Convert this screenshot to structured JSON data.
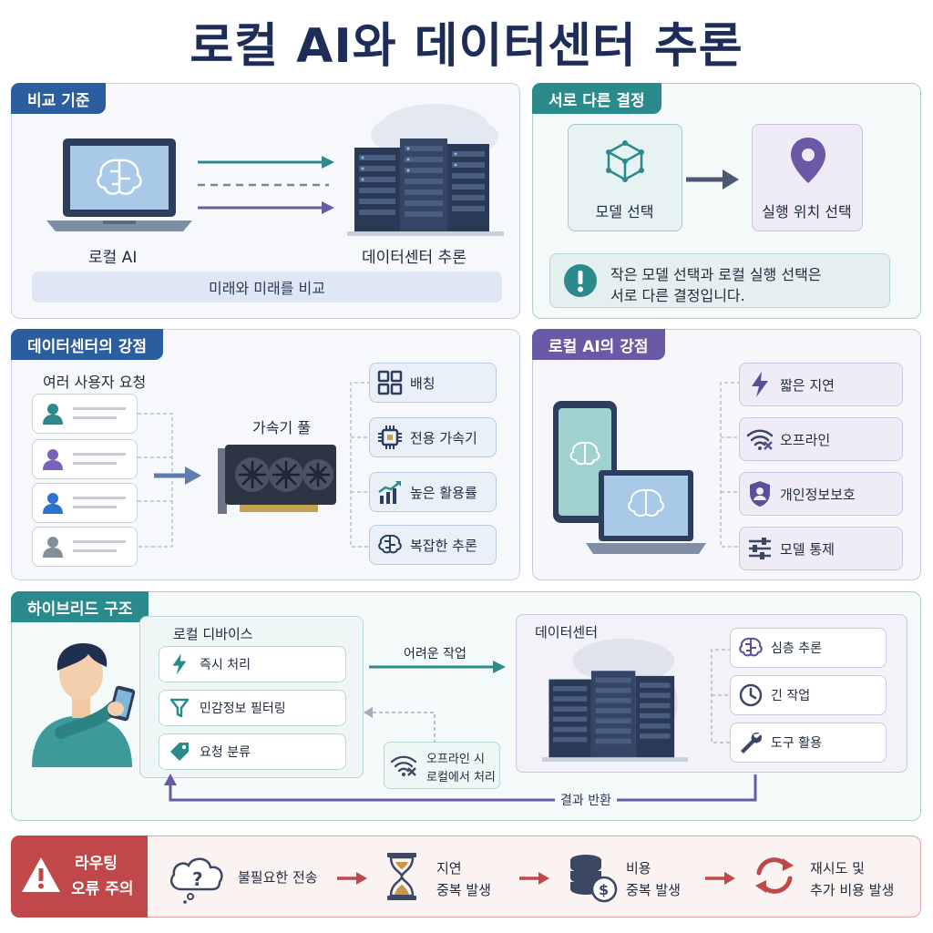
{
  "title": "로컬 AI와 데이터센터 추론",
  "compare": {
    "tag": "비교 기준",
    "local_label": "로컬 AI",
    "dc_label": "데이터센터 추론",
    "note": "미래와 미래를 비교"
  },
  "decision": {
    "tag": "서로 다른 결정",
    "model_label": "모델 선택",
    "location_label": "실행 위치 선택",
    "note_line1": "작은 모델 선택과 로컬 실행 선택은",
    "note_line2": "서로 다른 결정입니다."
  },
  "dc_strengths": {
    "tag": "데이터센터의 강점",
    "users_label": "여러 사용자 요청",
    "pool_label": "가속기 풀",
    "items": [
      "배칭",
      "전용 가속기",
      "높은 활용률",
      "복잡한 추론"
    ]
  },
  "local_strengths": {
    "tag": "로컬 AI의 강점",
    "items": [
      "짧은 지연",
      "오프라인",
      "개인정보보호",
      "모델 통제"
    ]
  },
  "hybrid": {
    "tag": "하이브리드 구조",
    "device_label": "로컬 디바이스",
    "device_items": [
      "즉시 처리",
      "민감정보 필터링",
      "요청 분류"
    ],
    "hard_task": "어려운 작업",
    "dc_label": "데이터센터",
    "dc_items": [
      "심층 추론",
      "긴 작업",
      "도구 활용"
    ],
    "offline_line1": "오프라인 시",
    "offline_line2": "로컬에서 처리",
    "result": "결과 반환"
  },
  "routing": {
    "tag_line1": "라우팅",
    "tag_line2": "오류 주의",
    "steps": [
      {
        "line1": "불필요한 전송",
        "line2": ""
      },
      {
        "line1": "지연",
        "line2": "중복 발생"
      },
      {
        "line1": "비용",
        "line2": "중복 발생"
      },
      {
        "line1": "재시도 및",
        "line2": "추가 비용 발생"
      }
    ]
  },
  "colors": {
    "navy": "#1d2d58",
    "blue": "#2c5d9e",
    "teal": "#2b8a8c",
    "purple": "#6a5aa6",
    "red": "#c0474a"
  }
}
